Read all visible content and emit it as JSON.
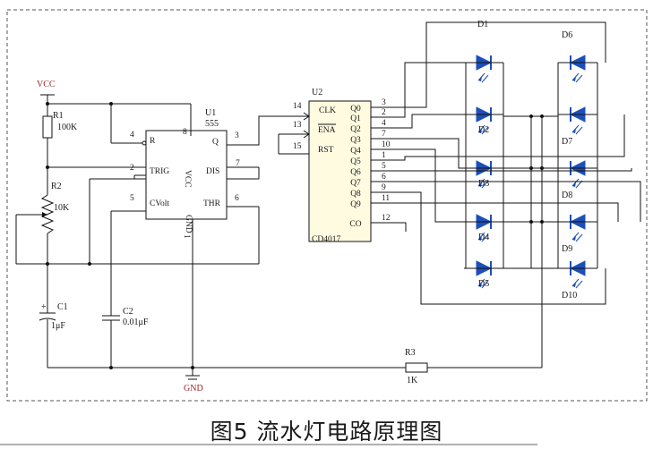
{
  "caption": "图5  流水灯电路原理图",
  "labels": {
    "vcc": "VCC",
    "gnd": "GND",
    "r1": "R1",
    "r1_val": "100K",
    "r2": "R2",
    "r2_val": "10K",
    "r3": "R3",
    "r3_val": "1K",
    "c1": "C1",
    "c1_val": "1μF",
    "c1_plus": "+",
    "c2": "C2",
    "c2_val": "0.01μF",
    "u1": "U1",
    "u1_type": "555",
    "u2": "U2",
    "u2_type": "CD4017"
  },
  "ic555": {
    "left_pins": [
      {
        "num": "4",
        "name": "R"
      },
      {
        "num": "2",
        "name": "TRIG"
      },
      {
        "num": "5",
        "name": "CVolt"
      }
    ],
    "right_pins": [
      {
        "num": "3",
        "name": "Q"
      },
      {
        "num": "7",
        "name": "DIS"
      },
      {
        "num": "6",
        "name": "THR"
      }
    ],
    "top_pin": "8",
    "bottom_pin": "1",
    "inner_vcc": "VCC",
    "inner_gnd": "GND"
  },
  "ic4017": {
    "left_pins": [
      {
        "num": "14",
        "name": "CLK"
      },
      {
        "num": "13",
        "name": "ENA"
      },
      {
        "num": "15",
        "name": "RST"
      }
    ],
    "outputs": [
      {
        "num": "3",
        "name": "Q0"
      },
      {
        "num": "2",
        "name": "Q1"
      },
      {
        "num": "4",
        "name": "Q2"
      },
      {
        "num": "7",
        "name": "Q3"
      },
      {
        "num": "10",
        "name": "Q4"
      },
      {
        "num": "1",
        "name": "Q5"
      },
      {
        "num": "5",
        "name": "Q6"
      },
      {
        "num": "6",
        "name": "Q7"
      },
      {
        "num": "9",
        "name": "Q8"
      },
      {
        "num": "11",
        "name": "Q9"
      },
      {
        "num": "12",
        "name": "CO"
      }
    ]
  },
  "leds": {
    "left": [
      "D1",
      "D2",
      "D3",
      "D4",
      "D5"
    ],
    "right": [
      "D6",
      "D7",
      "D8",
      "D9",
      "D10"
    ]
  },
  "colors": {
    "led": "#1d4fb8",
    "ground": "#a0262a",
    "wire": "#111111",
    "frame": "#555555",
    "chip_fill": "#fffbe0"
  }
}
